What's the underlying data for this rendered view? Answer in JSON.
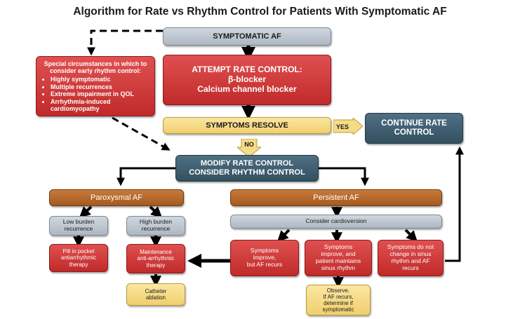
{
  "title": "Algorithm for Rate vs Rhythm Control for Patients With Symptomatic AF",
  "nodes": {
    "symptomatic_af": "SYMPTOMATIC AF",
    "attempt_rate_control": [
      "ATTEMPT RATE CONTROL:",
      "β-blocker",
      "Calcium channel blocker"
    ],
    "symptoms_resolve": "SYMPTOMS RESOLVE",
    "continue_rate_control": [
      "CONTINUE RATE",
      "CONTROL"
    ],
    "modify_rate_control": [
      "MODIFY RATE CONTROL",
      "CONSIDER RHYTHM CONTROL"
    ],
    "special": {
      "head": [
        "Special circumstances in which to",
        "consider early rhythm control:"
      ],
      "items": [
        "Highly symptomatic",
        "Multiple recurrences",
        "Extreme impairment in QOL",
        "Arrhythmia-induced cardiomyopathy"
      ]
    },
    "paroxysmal_af": "Paroxysmal AF",
    "persistent_af": "Persistent AF",
    "low_burden": [
      "Low burden",
      "recurrence"
    ],
    "high_burden": [
      "High burden",
      "recurrence"
    ],
    "consider_cardioversion": "Consider cardioversion",
    "pill_in_pocket": [
      "Pill in pocket",
      "antiarrhythmic",
      "therapy"
    ],
    "maintenance": [
      "Maintenance",
      "anti-arrhythmic",
      "therapy"
    ],
    "catheter_ablation": [
      "Catheter",
      "ablation"
    ],
    "symptoms_improve_recurs": [
      "Symptoms",
      "improve,",
      "but AF recurs"
    ],
    "symptoms_improve_sinus": [
      "Symptoms",
      "improve, and",
      "patient maintains",
      "sinus rhythm"
    ],
    "symptoms_no_change": [
      "Symptoms do not",
      "change in sinus",
      "rhythm and AF",
      "recurs"
    ],
    "observe": [
      "Observe.",
      "If AF recurs,",
      "determine if",
      "symptomatic"
    ]
  },
  "labels": {
    "yes": "YES",
    "no": "NO"
  },
  "colors": {
    "gray": "#b8c1cb",
    "red": "#cf3535",
    "yellow": "#f5dc86",
    "slate": "#3f5e70",
    "brown": "#b46a2c",
    "arrow": "#000000"
  }
}
